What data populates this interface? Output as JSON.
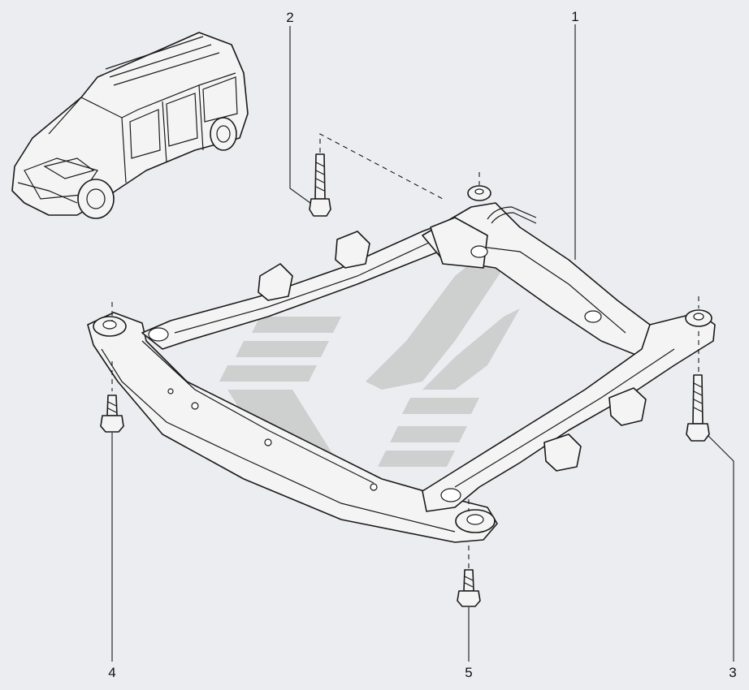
{
  "callouts": {
    "c1": "1",
    "c2": "2",
    "c3": "3",
    "c4": "4",
    "c5": "5"
  },
  "colors": {
    "background": "#ecedf0",
    "line": "#1a1a1a",
    "part_fill": "#f4f4f4",
    "watermark": "#b4b8b2"
  }
}
